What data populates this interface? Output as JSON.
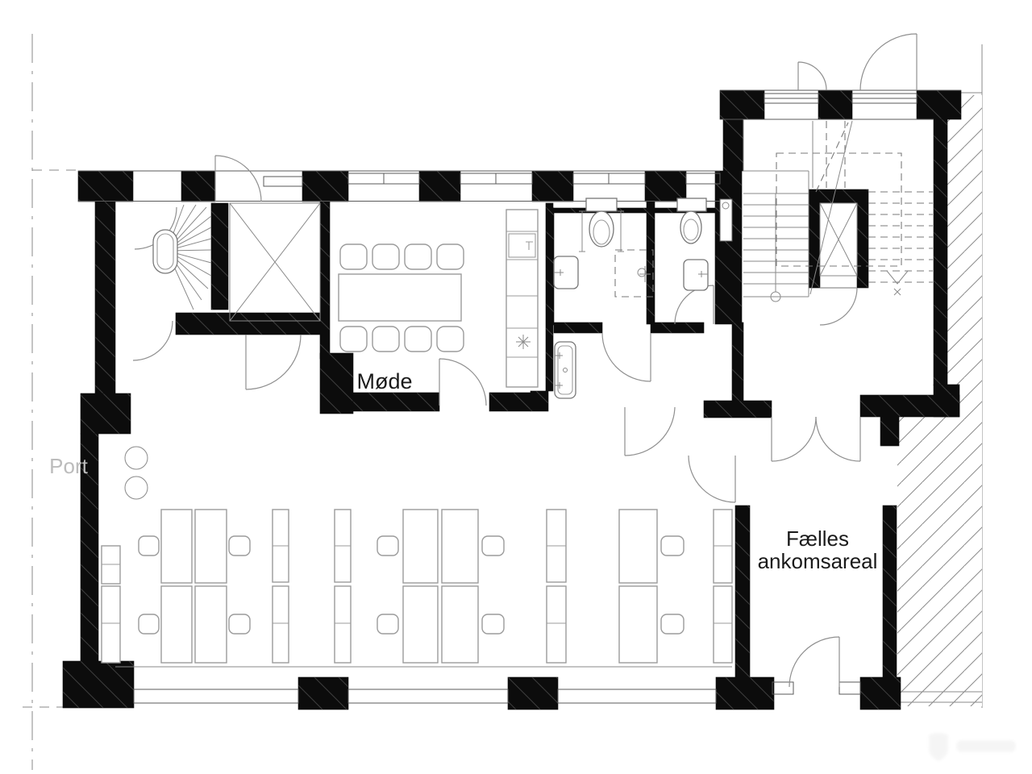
{
  "plan": {
    "labels": {
      "meeting_room": "Møde",
      "outside_gate": "Port",
      "arrival_area_line1": "Fælles",
      "arrival_area_line2": "ankomsareal"
    },
    "colors": {
      "background": "#ffffff",
      "walls": "#0c0c0c",
      "thin_lines": "#5a5a5a",
      "furniture_lines": "#9b9b9b",
      "label_text": "#1a1a1a",
      "outside_label_text": "#bcbcbc",
      "hatch_lines": "#8c8c8c"
    },
    "depicted_inventory": {
      "meeting_tables": 1,
      "meeting_chairs": 8,
      "desk_clusters": 3,
      "desks": 10,
      "task_chairs": 10,
      "storage_cabinets": 9,
      "toilets": 2,
      "washbasins": 4,
      "showers": 1,
      "staircases": 2,
      "elevator_shafts": 2,
      "round_columns": 2
    },
    "watermark": {
      "present": true,
      "icon": "shield-icon",
      "legible": false
    }
  }
}
